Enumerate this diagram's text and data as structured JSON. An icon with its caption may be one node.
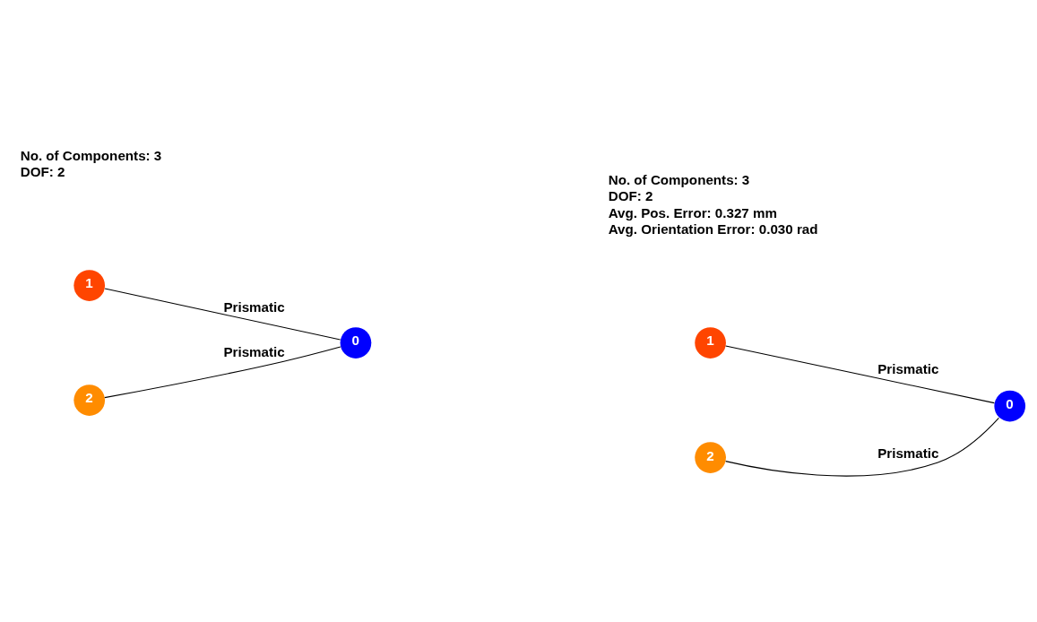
{
  "diagram": {
    "nodes": [
      {
        "text": [
          "1"
        ]
      },
      {
        "text": [
          "0"
        ]
      },
      {
        "text": [
          "2"
        ]
      },
      {
        "text": [
          "1"
        ]
      },
      {
        "text": [
          "0"
        ]
      },
      {
        "text": [
          "2"
        ]
      }
    ],
    "edges": [
      {
        "from": 0,
        "to": 1,
        "arrow": "none",
        "label": "Prismatic"
      },
      {
        "from": 2,
        "to": 1,
        "arrow": "none",
        "label": "Prismatic"
      },
      {
        "from": 3,
        "to": 4,
        "arrow": "none",
        "label": "Prismatic"
      },
      {
        "from": 5,
        "to": 4,
        "arrow": "none",
        "label": "Prismatic"
      }
    ],
    "labels": [
      "No. of Components: 3",
      "DOF: 2",
      "No. of Components: 3",
      "DOF: 2",
      "Avg. Pos. Error: 0.327 mm",
      "Avg. Orientation Error: 0.030 rad"
    ]
  }
}
